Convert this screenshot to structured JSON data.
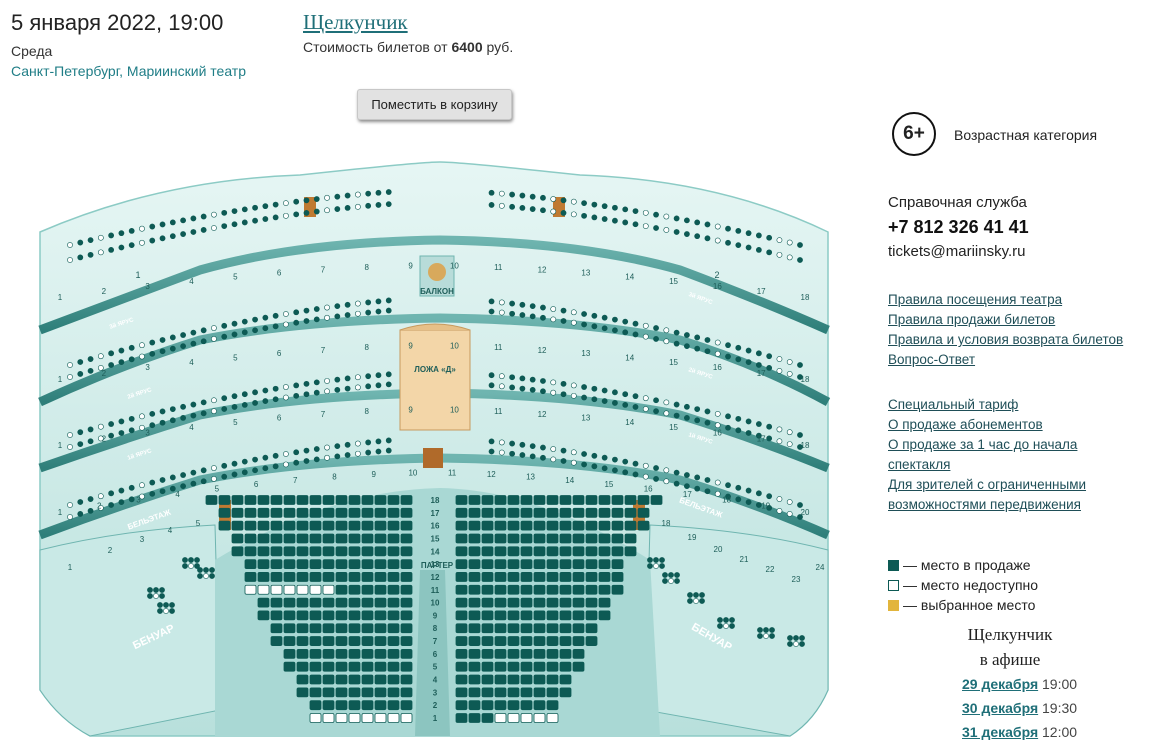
{
  "event": {
    "date_time": "5 января 2022, 19:00",
    "weekday": "Среда",
    "venue": "Санкт-Петербург, Мариинский театр",
    "title": "Щелкунчик",
    "price_prefix": "Стоимость билетов от",
    "price_value": "6400",
    "price_suffix": "руб."
  },
  "cart_button": "Поместить в корзину",
  "age": {
    "badge": "6+",
    "label": "Возрастная категория"
  },
  "help": {
    "label": "Справочная служба",
    "phone": "+7 812 326 41 41",
    "email": "tickets@mariinsky.ru"
  },
  "links_group1": [
    "Правила посещения театра",
    "Правила продажи билетов",
    "Правила и условия возврата билетов",
    "Вопрос-Ответ"
  ],
  "links_group2": [
    "Специальный тариф",
    "О продаже абонементов",
    "О продаже за 1 час до начала",
    "спектакля",
    "Для зрителей с ограниченными",
    "возможностями передвижения"
  ],
  "legend": {
    "on_sale": "— место в продаже",
    "unavailable": "— место недоступно",
    "selected": "— выбранное место",
    "colors": {
      "on_sale": "#0d5a54",
      "unavailable": "#ffffff",
      "selected": "#e2b53c"
    }
  },
  "afisha": {
    "line1": "Щелкунчик",
    "line2": "в афише",
    "dates": [
      {
        "date": "29 декабря",
        "time": "19:00"
      },
      {
        "date": "30 декабря",
        "time": "19:30"
      },
      {
        "date": "31 декабря",
        "time": "12:00"
      }
    ]
  },
  "hall": {
    "labels": {
      "balcony": "БАЛКОН",
      "lodge_d": "ЛОЖА «Д»",
      "parterre": "ПАРТЕР",
      "benoir_left": "БЕНУАР",
      "benoir_right": "БЕНУАР",
      "beletage_left": "БЕЛЬЭТАЖ",
      "beletage_right": "БЕЛЬЭТАЖ",
      "tier3_left": "3й ЯРУС",
      "tier3_right": "3й ЯРУС",
      "tier2_left": "2й ЯРУС",
      "tier2_right": "2й ЯРУС",
      "tier1_left": "1й ЯРУС",
      "tier1_right": "1й ЯРУС"
    },
    "parterre_rows": [
      "18",
      "17",
      "16",
      "15",
      "14",
      "13",
      "12",
      "11",
      "10",
      "9",
      "8",
      "7",
      "6",
      "5",
      "4",
      "3",
      "2",
      "1"
    ],
    "tier3_boxes": [
      "1",
      "2",
      "3",
      "4",
      "5",
      "6",
      "7",
      "8",
      "9",
      "10",
      "11",
      "12",
      "13",
      "14",
      "15",
      "16",
      "17",
      "18"
    ],
    "tier2_boxes": [
      "1",
      "2",
      "3",
      "4",
      "5",
      "6",
      "7",
      "8",
      "9",
      "10",
      "11",
      "12",
      "13",
      "14",
      "15",
      "16",
      "17",
      "18"
    ],
    "tier1_boxes": [
      "1",
      "2",
      "3",
      "4",
      "5",
      "6",
      "7",
      "8",
      "9",
      "10",
      "11",
      "12",
      "13",
      "14",
      "15",
      "16",
      "17",
      "18"
    ],
    "beletage_boxes": [
      "1",
      "2",
      "3",
      "4",
      "5",
      "6",
      "7",
      "8",
      "9",
      "10",
      "11",
      "12",
      "13",
      "14",
      "15",
      "16",
      "17",
      "18",
      "19",
      "20"
    ],
    "benoir_boxes": [
      "1",
      "2",
      "3",
      "4",
      "5",
      "18",
      "19",
      "20",
      "21",
      "22",
      "23",
      "24"
    ],
    "gallery_sections": [
      "1",
      "2"
    ]
  }
}
